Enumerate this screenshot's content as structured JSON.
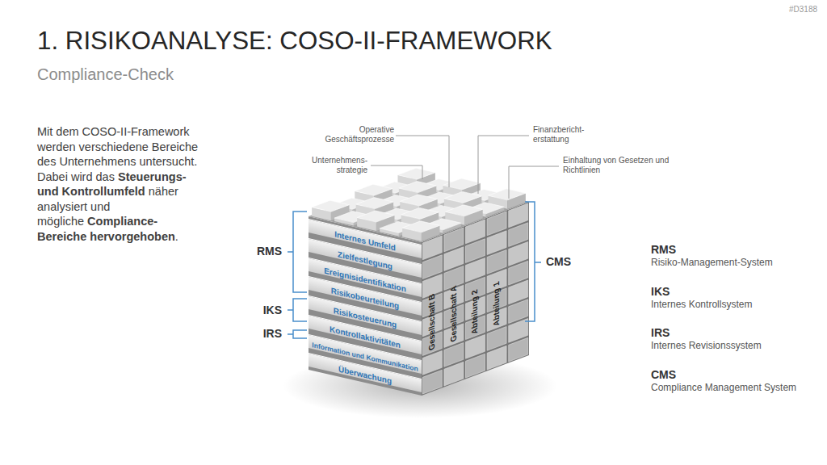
{
  "diagram": {
    "title": "1. RISIKOANALYSE: COSO-II-FRAMEWORK",
    "nodes": [
      {
        "text": [
          "Internes Umfeld"
        ]
      },
      {
        "text": [
          "Zielfestlegung"
        ]
      },
      {
        "text": [
          "Ereignisidentifikation"
        ]
      },
      {
        "text": [
          "Risikobeurteilung"
        ]
      },
      {
        "text": [
          "Risikosteuerung"
        ]
      },
      {
        "text": [
          "Kontrollaktivitäten"
        ]
      },
      {
        "text": [
          "Information und Kommunikation"
        ]
      },
      {
        "text": [
          "Überwachung"
        ]
      },
      {
        "text": [
          "Gesellschaft B"
        ]
      },
      {
        "text": [
          "Gesellschaft A"
        ]
      },
      {
        "text": [
          "Abteilung 2"
        ]
      },
      {
        "text": [
          "Abteilung 1"
        ]
      }
    ],
    "labels": [
      "#D3188",
      "Compliance-Check",
      "Mit dem COSO-II-Framework werden verschiedene Bereiche des Unternehmens untersucht. Dabei wird das",
      "Steuerungs- und Kontrollumfeld",
      "näher analysiert und mögliche",
      "Compliance-Bereiche hervorgehoben",
      ".",
      "Operative Geschäftsprozesse",
      "Finanzbericht-erstattung",
      "Unternehmens-strategie",
      "Einhaltung von Gesetzen und Richtlinien",
      "RMS",
      "IKS",
      "IRS",
      "CMS",
      "RMS",
      "Risiko-Management-System",
      "IKS",
      "Internes Kontrollsystem",
      "IRS",
      "Internes Revisionssystem",
      "CMS",
      "Compliance Management System"
    ]
  }
}
